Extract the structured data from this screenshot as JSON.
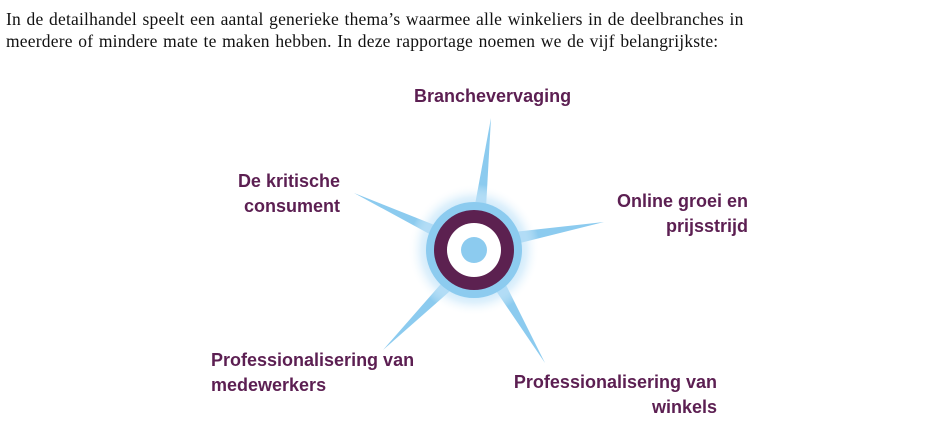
{
  "intro": {
    "line1": "In de detailhandel speelt een aantal generieke thema’s waarmee alle winkeliers in de deelbranches in",
    "line2": "meerdere of mindere mate te maken hebben. In deze rapportage noemen we de vijf belangrijkste:"
  },
  "themes": {
    "branchevervaging": {
      "line1": "Branchevervaging"
    },
    "kritische_consument": {
      "line1": "De kritische",
      "line2": "consument"
    },
    "online_groei": {
      "line1": "Online groei en",
      "line2": "prijsstrijd"
    },
    "professionalisering_medewerkers": {
      "line1": "Professionalisering van",
      "line2": "medewerkers"
    },
    "professionalisering_winkels": {
      "line1": "Professionalisering van",
      "line2": "winkels"
    }
  },
  "colors": {
    "label_text": "#5c1f52",
    "ray": "#8ccbef",
    "glow": "#a9d9f5",
    "outer_ring": "#8ccbef",
    "purple_ring": "#5c2150",
    "center_dot": "#8ccbef"
  }
}
